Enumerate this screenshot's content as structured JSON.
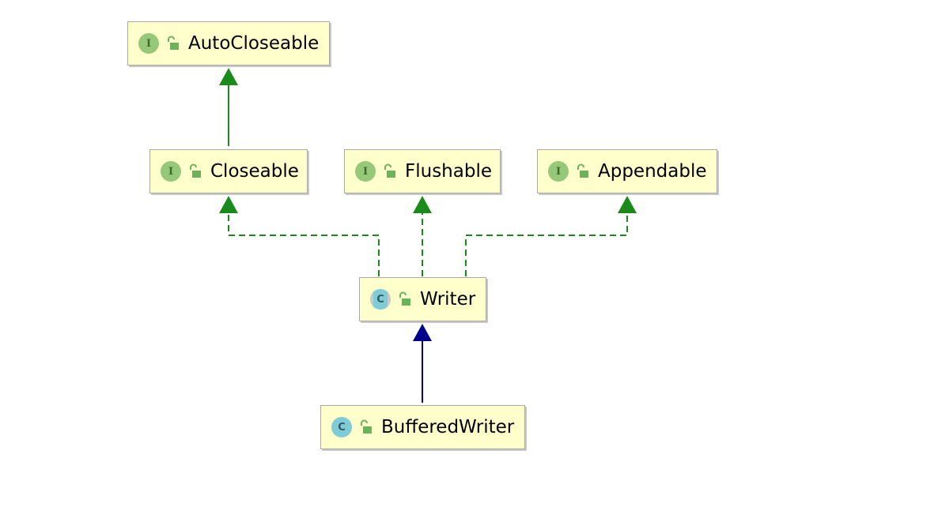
{
  "colors": {
    "node_fill": "#ffffcc",
    "node_border": "#a9a9a9",
    "interface_badge": "#96c879",
    "class_badge": "#80ccd6",
    "implements_edge": "#1a8a1a",
    "extends_edge": "#00008b"
  },
  "nodes": [
    {
      "id": "autocloseable",
      "label": "AutoCloseable",
      "kind": "interface",
      "badge": "I",
      "icon": "unlocked-padlock-icon"
    },
    {
      "id": "closeable",
      "label": "Closeable",
      "kind": "interface",
      "badge": "I",
      "icon": "unlocked-padlock-icon"
    },
    {
      "id": "flushable",
      "label": "Flushable",
      "kind": "interface",
      "badge": "I",
      "icon": "unlocked-padlock-icon"
    },
    {
      "id": "appendable",
      "label": "Appendable",
      "kind": "interface",
      "badge": "I",
      "icon": "unlocked-padlock-icon"
    },
    {
      "id": "writer",
      "label": "Writer",
      "kind": "abstract-class",
      "badge": "C",
      "icon": "unlocked-padlock-icon"
    },
    {
      "id": "bufferedwriter",
      "label": "BufferedWriter",
      "kind": "class",
      "badge": "C",
      "icon": "unlocked-padlock-icon"
    }
  ],
  "edges": [
    {
      "from": "closeable",
      "to": "autocloseable",
      "type": "extends-interface",
      "style": "solid",
      "color": "#1a8a1a"
    },
    {
      "from": "writer",
      "to": "closeable",
      "type": "implements",
      "style": "dashed",
      "color": "#1a8a1a"
    },
    {
      "from": "writer",
      "to": "flushable",
      "type": "implements",
      "style": "dashed",
      "color": "#1a8a1a"
    },
    {
      "from": "writer",
      "to": "appendable",
      "type": "implements",
      "style": "dashed",
      "color": "#1a8a1a"
    },
    {
      "from": "bufferedwriter",
      "to": "writer",
      "type": "extends",
      "style": "solid",
      "color": "#00008b"
    }
  ]
}
